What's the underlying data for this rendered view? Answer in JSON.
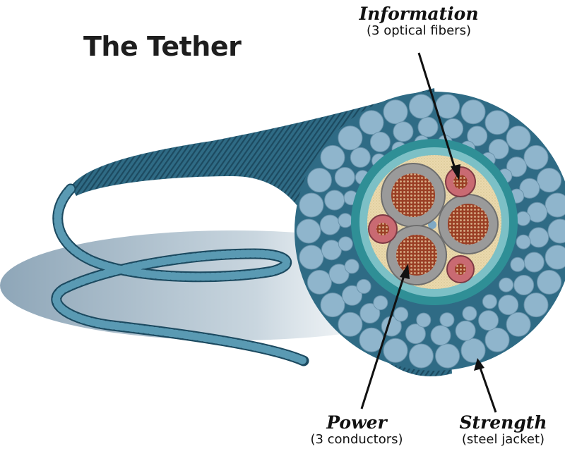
{
  "title": "The Tether",
  "labels": {
    "information": {
      "heading": "Information",
      "detail": "(3 optical fibers)"
    },
    "power": {
      "heading": "Power",
      "detail": "(3 conductors)"
    },
    "strength": {
      "heading": "Strength",
      "detail": "(steel jacket)"
    }
  },
  "colors": {
    "cable": "#2f6b85",
    "steel_wire": "#8fb5cc",
    "inner_jacket": "#2f8f96",
    "filler": "#e7d4a6",
    "conductor_insulation": "#9a9a9a",
    "conductor_core": "#a0482a",
    "fiber_sheath": "#c96a72"
  }
}
